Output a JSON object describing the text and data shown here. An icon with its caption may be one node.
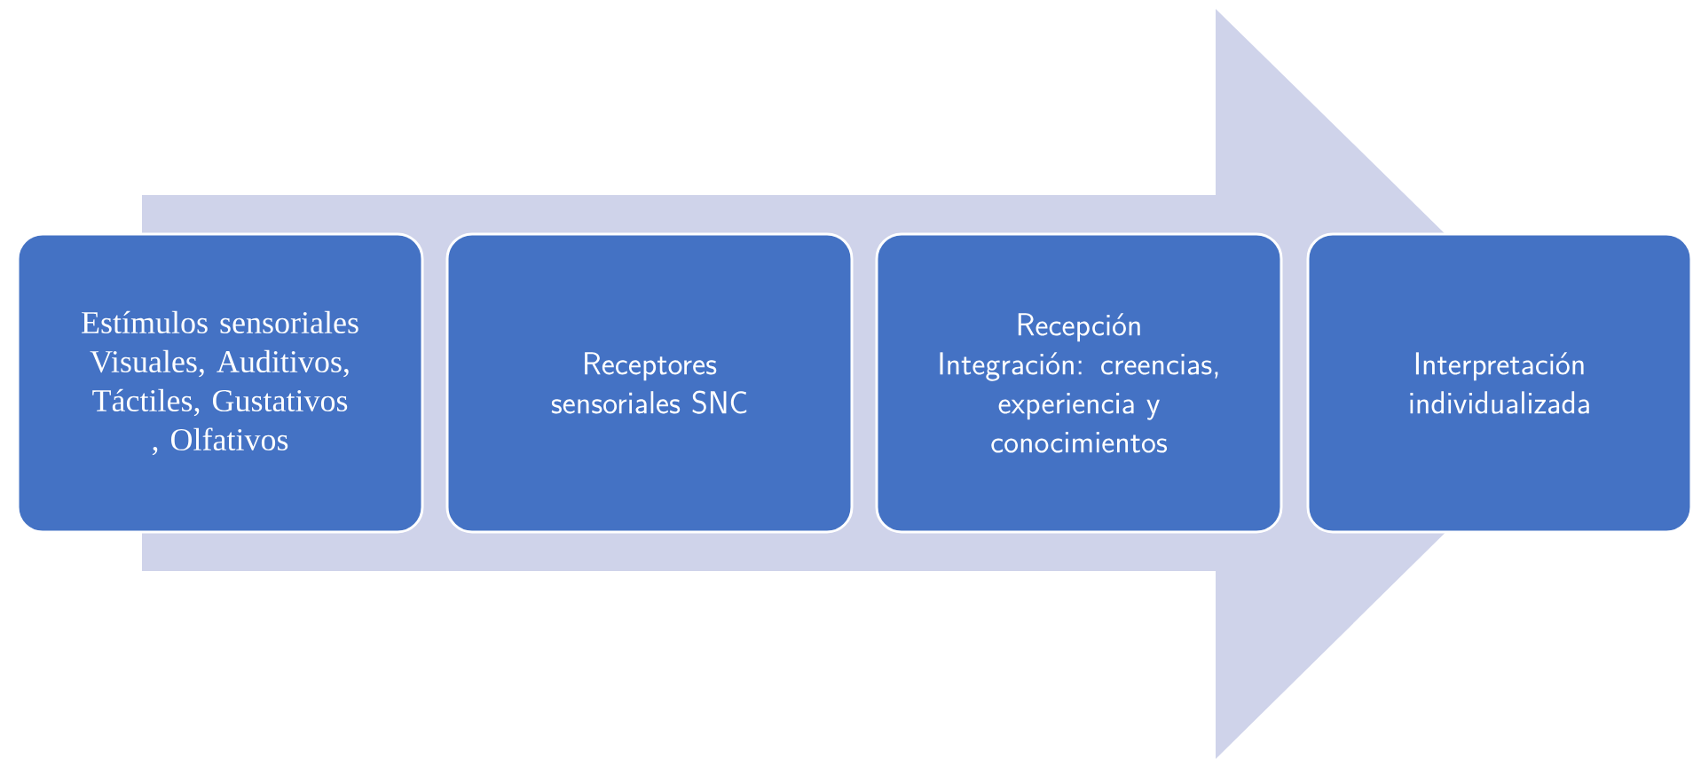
{
  "diagram": {
    "nodes": [
      {
        "text": [
          "Estímulos sensoriales Visuales, Auditivos, Táctiles, Gustativos , Olfativos"
        ]
      },
      {
        "text": [
          "Receptores sensoriales SNC"
        ]
      },
      {
        "text": [
          "Recepción Integración: creencias, experiencia y conocimientos"
        ]
      },
      {
        "text": [
          "Interpretación individualizada"
        ]
      }
    ],
    "edges": [
      {
        "from": 0,
        "to": 3,
        "arrow": "to"
      }
    ]
  }
}
